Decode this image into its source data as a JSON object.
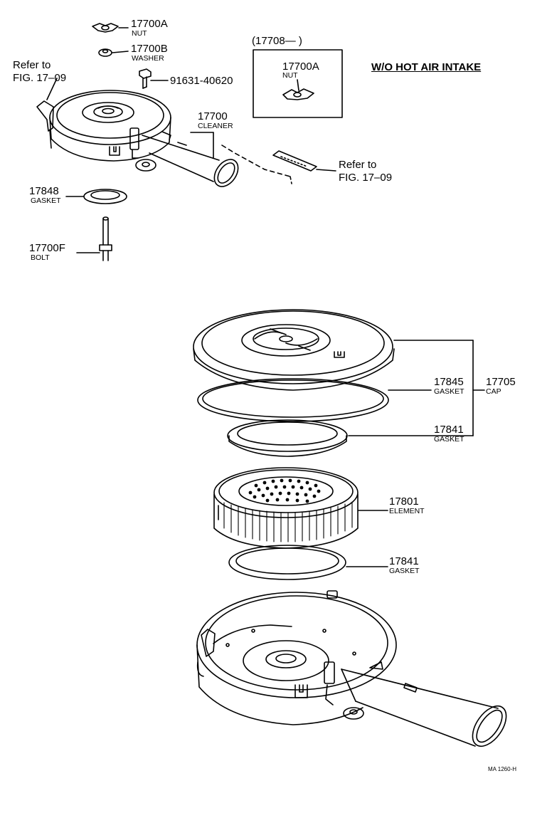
{
  "header": {
    "title": "W/O HOT AIR INTAKE"
  },
  "inset": {
    "group_label": "(17708—        )",
    "part_number": "17700A",
    "part_name": "NUT"
  },
  "parts_top": [
    {
      "id": "nut",
      "number": "17700A",
      "name": "NUT"
    },
    {
      "id": "washer",
      "number": "17700B",
      "name": "WASHER"
    },
    {
      "id": "screw",
      "number": "91631-40620",
      "name": ""
    },
    {
      "id": "cleaner",
      "number": "17700",
      "name": "CLEANER"
    },
    {
      "id": "gasket-17848",
      "number": "17848",
      "name": "GASKET"
    },
    {
      "id": "bolt",
      "number": "17700F",
      "name": "BOLT"
    }
  ],
  "refs": {
    "left_line1": "Refer to",
    "left_line2": "FIG. 17–09",
    "right_line1": "Refer to",
    "right_line2": "FIG. 17–09"
  },
  "parts_bottom": [
    {
      "id": "gasket-17845",
      "number": "17845",
      "name": "GASKET"
    },
    {
      "id": "cap",
      "number": "17705",
      "name": "CAP"
    },
    {
      "id": "gasket-17841-a",
      "number": "17841",
      "name": "GASKET"
    },
    {
      "id": "element",
      "number": "17801",
      "name": "ELEMENT"
    },
    {
      "id": "gasket-17841-b",
      "number": "17841",
      "name": "GASKET"
    }
  ],
  "footer": {
    "drawing_code": "MA 1260-H"
  }
}
